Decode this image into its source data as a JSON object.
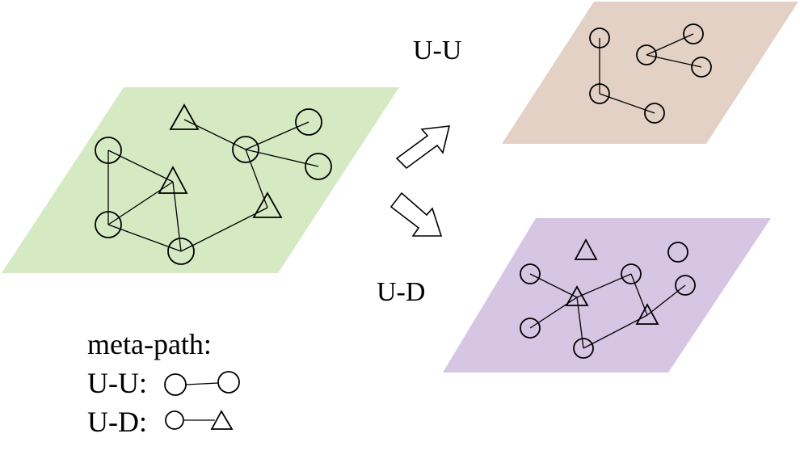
{
  "labels": {
    "uu": "U-U",
    "ud": "U-D"
  },
  "legend": {
    "title": "meta-path:",
    "uu": "U-U:",
    "ud": "U-D:"
  },
  "colors": {
    "source_plane": "#d5eac2",
    "uu_plane": "#e3d1c5",
    "ud_plane": "#d6c5e3"
  }
}
